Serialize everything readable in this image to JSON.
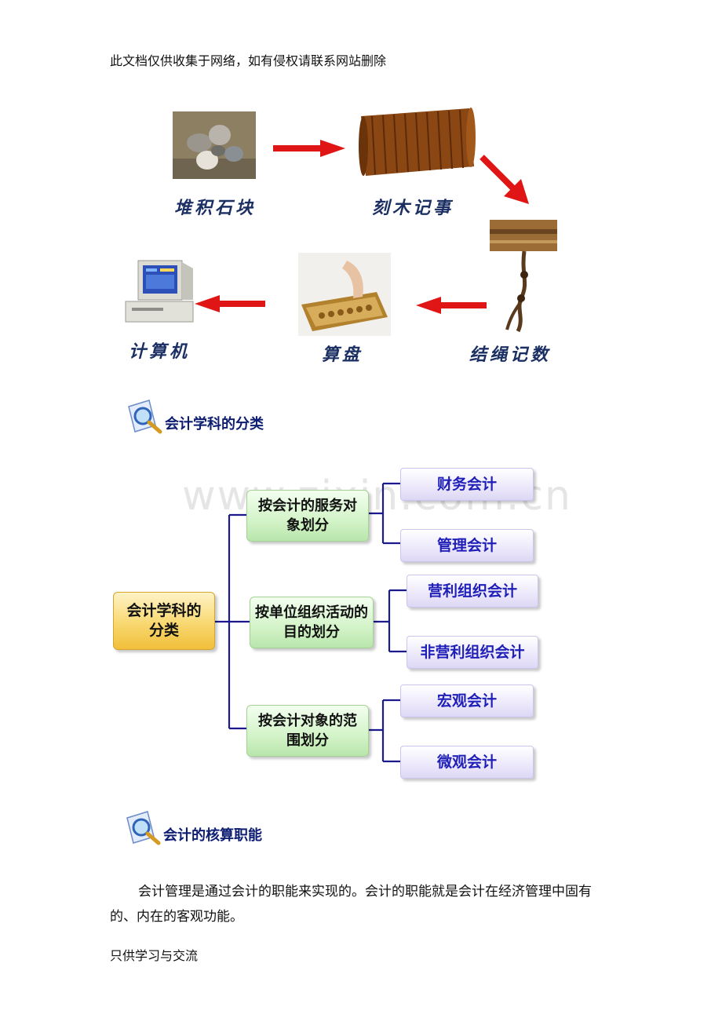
{
  "header_note": "此文档仅供收集于网络，如有侵权请联系网站删除",
  "footer_note": "只供学习与交流",
  "evolution": {
    "stages": [
      {
        "label": "堆积石块",
        "icon": "stones-image"
      },
      {
        "label": "刻木记事",
        "icon": "bamboo-scroll-image"
      },
      {
        "label": "结绳记数",
        "icon": "knotted-rope-image"
      },
      {
        "label": "算盘",
        "icon": "abacus-image"
      },
      {
        "label": "计算机",
        "icon": "computer-image"
      }
    ],
    "arrow_color": "#e01515"
  },
  "section1": {
    "title": "会计学科的分类",
    "icon": "magnifier-document-icon"
  },
  "watermark": "www.zixin.com.cn",
  "classification": {
    "root": "会计学科的分类",
    "branches": [
      {
        "label": "按会计的服务对象划分",
        "leaves": [
          "财务会计",
          "管理会计"
        ]
      },
      {
        "label": "按单位组织活动的目的划分",
        "leaves": [
          "营利组织会计",
          "非营利组织会计"
        ]
      },
      {
        "label": "按会计对象的范围划分",
        "leaves": [
          "宏观会计",
          "微观会计"
        ]
      }
    ],
    "colors": {
      "line": "#1a1a8c",
      "leaf_text": "#1f1fb8"
    }
  },
  "section2": {
    "title": "会计的核算职能",
    "icon": "magnifier-document-icon"
  },
  "paragraph": "会计管理是通过会计的职能来实现的。会计的职能就是会计在经济管理中固有的、内在的客观功能。"
}
